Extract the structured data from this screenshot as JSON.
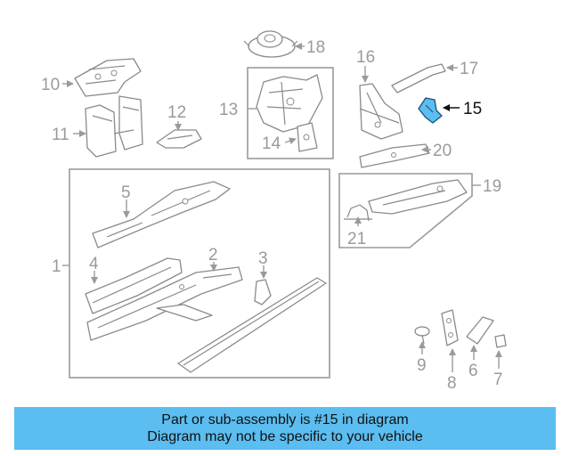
{
  "diagram": {
    "callouts": [
      "1",
      "2",
      "3",
      "4",
      "5",
      "6",
      "7",
      "8",
      "9",
      "10",
      "11",
      "12",
      "13",
      "14",
      "15",
      "16",
      "17",
      "18",
      "19",
      "20",
      "21"
    ],
    "highlighted_part": "15",
    "highlight_color": "#5bbdf0"
  },
  "banner": {
    "line1": "Part or sub-assembly is #15 in diagram",
    "line2": "Diagram may not be specific to your vehicle",
    "background": "#5bbdf0"
  }
}
